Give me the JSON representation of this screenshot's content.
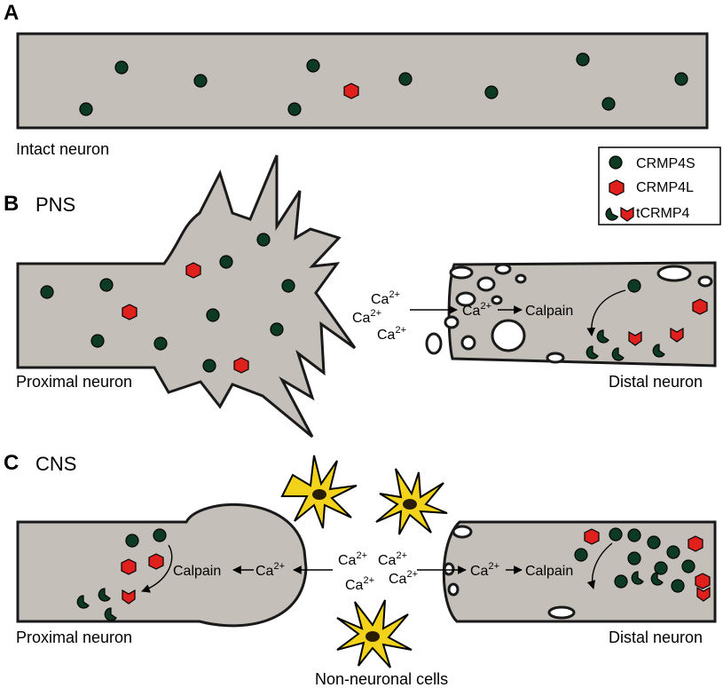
{
  "panels": {
    "a": {
      "letter": "A",
      "caption": "Intact neuron"
    },
    "b": {
      "letter": "B",
      "title": "PNS",
      "proximal_caption": "Proximal neuron",
      "distal_caption": "Distal neuron"
    },
    "c": {
      "letter": "C",
      "title": "CNS",
      "proximal_caption": "Proximal neuron",
      "distal_caption": "Distal neuron",
      "glia_caption": "Non-neuronal cells"
    }
  },
  "legend": {
    "crmp4s": "CRMP4S",
    "crmp4l": "CRMP4L",
    "tcrmp4": "tCRMP4"
  },
  "ions": {
    "ca": "Ca",
    "charge": "2+",
    "calpain": "Calpain"
  },
  "colors": {
    "neuron_fill": "#c4bfb8",
    "crmp4s": "#0d3a22",
    "crmp4l": "#e0201c",
    "glia": "#f3d21b"
  }
}
